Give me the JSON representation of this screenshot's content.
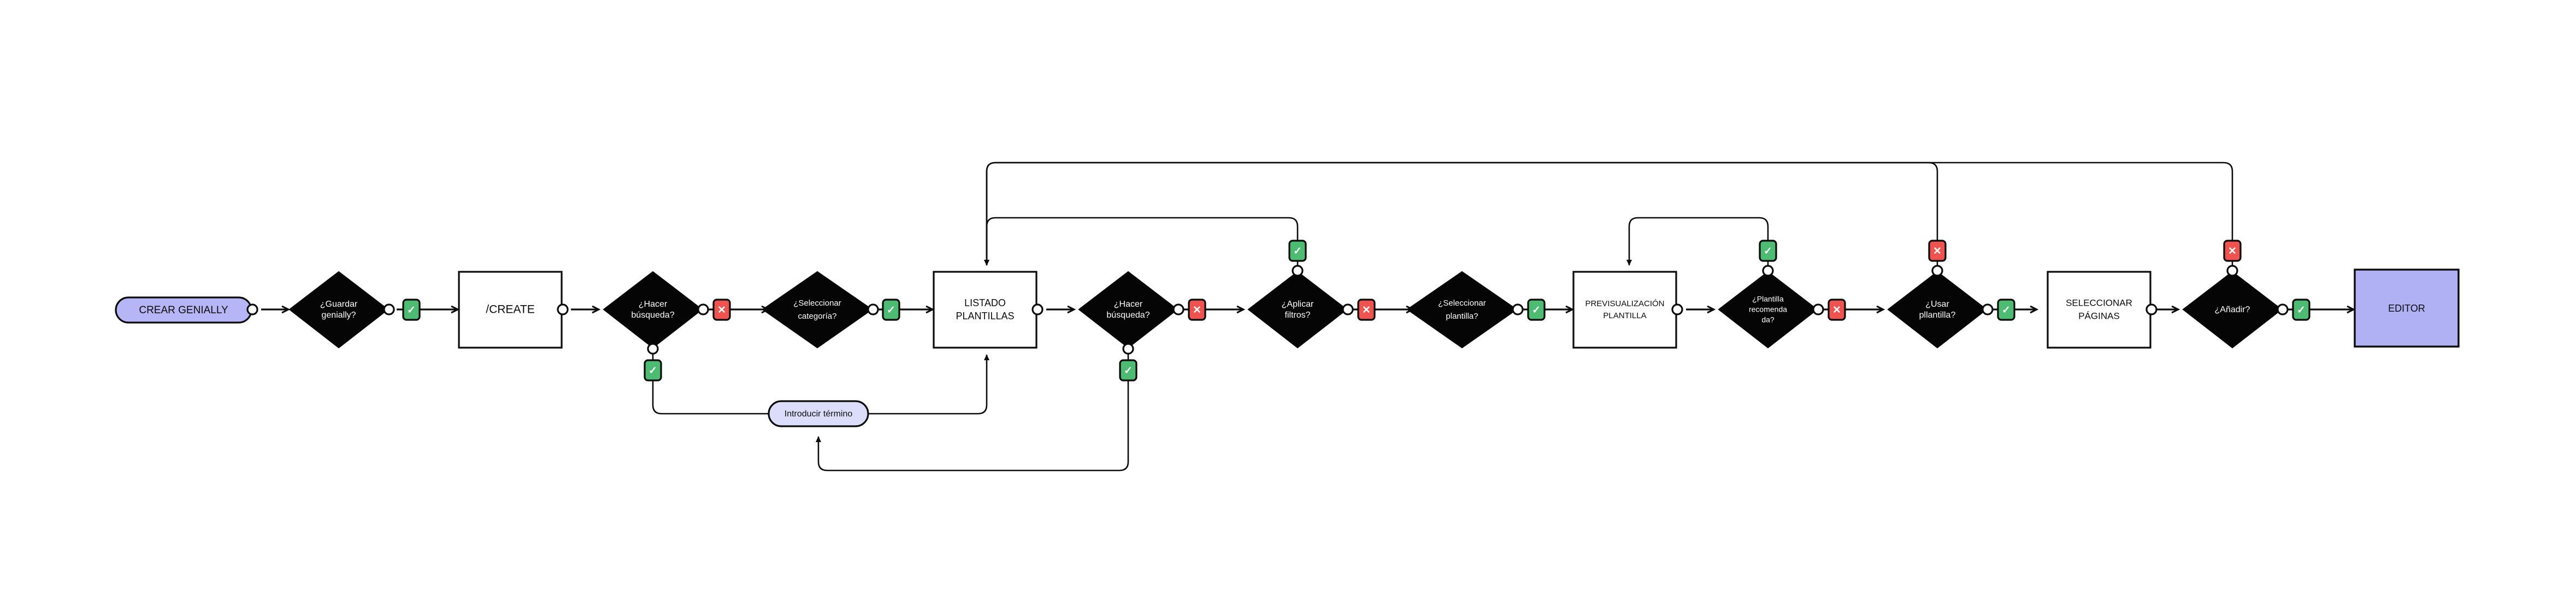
{
  "diagram": {
    "title": "Flujo de creación de un Genially",
    "background": "#ffffff",
    "colors": {
      "decision_fill": "#050505",
      "decision_text": "#ffffff",
      "process_fill": "#ffffff",
      "terminal_fill": "#b0b0f5",
      "data_fill": "#dcdcfb",
      "yes_badge": "#4ebb72",
      "no_badge": "#ef5350",
      "stroke": "#0b0b0b"
    },
    "badge_labels": {
      "yes": "✓",
      "no": "✕"
    },
    "nodes": [
      {
        "id": "n1",
        "label": "CREAR GENIALLY",
        "type": "terminal"
      },
      {
        "id": "n2",
        "label": "¿Guardar genially?",
        "type": "decision"
      },
      {
        "id": "n3",
        "label": "/CREATE",
        "type": "process"
      },
      {
        "id": "n4",
        "label": "¿Hacer búsqueda?",
        "type": "decision"
      },
      {
        "id": "n5",
        "label": "¿Seleccionar categoría?",
        "type": "decision"
      },
      {
        "id": "n6",
        "label": "LISTADO PLANTILLAS",
        "type": "process"
      },
      {
        "id": "n7",
        "label": "¿Hacer búsqueda?",
        "type": "decision"
      },
      {
        "id": "n8",
        "label": "¿Aplicar filtros?",
        "type": "decision"
      },
      {
        "id": "n9",
        "label": "¿Seleccionar plantilla?",
        "type": "decision"
      },
      {
        "id": "n10",
        "label": "PREVISUALIZACIÓN PLANTILLA",
        "type": "process"
      },
      {
        "id": "n11",
        "label": "¿Plantilla recomenda da?",
        "type": "decision"
      },
      {
        "id": "n12",
        "label": "¿Usar pllantilla?",
        "type": "decision"
      },
      {
        "id": "n13",
        "label": "SELECCIONAR PÁGINAS",
        "type": "process"
      },
      {
        "id": "n14",
        "label": "¿Añadir?",
        "type": "decision"
      },
      {
        "id": "n15",
        "label": "EDITOR",
        "type": "terminal"
      },
      {
        "id": "d1",
        "label": "Introducir término",
        "type": "data"
      }
    ],
    "node_lines": {
      "n1": [
        "CREAR GENIALLY"
      ],
      "n2": [
        "¿Guardar",
        "genially?"
      ],
      "n3": [
        "/CREATE"
      ],
      "n4": [
        "¿Hacer",
        "búsqueda?"
      ],
      "n5": [
        "¿Seleccionar",
        "categoría?"
      ],
      "n6": [
        "LISTADO",
        "PLANTILLAS"
      ],
      "n7": [
        "¿Hacer",
        "búsqueda?"
      ],
      "n8": [
        "¿Aplicar",
        "filtros?"
      ],
      "n9": [
        "¿Seleccionar",
        "plantilla?"
      ],
      "n10": [
        "PREVISUALIZACIÓN",
        "PLANTILLA"
      ],
      "n11": [
        "¿Plantilla",
        "recomenda",
        "da?"
      ],
      "n12": [
        "¿Usar",
        "pllantilla?"
      ],
      "n13": [
        "SELECCIONAR",
        "PÁGINAS"
      ],
      "n14": [
        "¿Añadir?"
      ],
      "n15": [
        "EDITOR"
      ],
      "d1": [
        "Introducir término"
      ]
    },
    "edges": [
      {
        "from": "n1",
        "to": "n2",
        "badge": null,
        "route": "straight"
      },
      {
        "from": "n2",
        "to": "n3",
        "badge": "yes",
        "route": "straight"
      },
      {
        "from": "n3",
        "to": "n4",
        "badge": null,
        "route": "straight"
      },
      {
        "from": "n4",
        "to": "n5",
        "badge": "no",
        "route": "straight"
      },
      {
        "from": "n4",
        "to": "d1",
        "badge": "yes",
        "route": "down-loop"
      },
      {
        "from": "n5",
        "to": "n6",
        "badge": "yes",
        "route": "straight"
      },
      {
        "from": "d1",
        "to": "n6",
        "badge": null,
        "route": "up-into-bottom"
      },
      {
        "from": "n6",
        "to": "n7",
        "badge": null,
        "route": "straight"
      },
      {
        "from": "n7",
        "to": "n8",
        "badge": "no",
        "route": "straight"
      },
      {
        "from": "n7",
        "to": "d1",
        "badge": "yes",
        "route": "down-loop-far"
      },
      {
        "from": "n8",
        "to": "n9",
        "badge": "no",
        "route": "straight"
      },
      {
        "from": "n8",
        "to": "n6",
        "badge": "yes",
        "route": "up-loop-inner-left"
      },
      {
        "from": "n9",
        "to": "n10",
        "badge": "yes",
        "route": "straight"
      },
      {
        "from": "n10",
        "to": "n11",
        "badge": null,
        "route": "straight"
      },
      {
        "from": "n11",
        "to": "n12",
        "badge": "no",
        "route": "straight"
      },
      {
        "from": "n11",
        "to": "n10",
        "badge": "yes",
        "route": "up-loop-inner-right"
      },
      {
        "from": "n12",
        "to": "n13",
        "badge": "yes",
        "route": "straight"
      },
      {
        "from": "n12",
        "to": "n6",
        "badge": "no",
        "route": "up-loop-outer"
      },
      {
        "from": "n13",
        "to": "n14",
        "badge": null,
        "route": "straight"
      },
      {
        "from": "n14",
        "to": "n15",
        "badge": "yes",
        "route": "straight"
      },
      {
        "from": "n14",
        "to": "n6",
        "badge": "no",
        "route": "up-loop-outer-far"
      }
    ]
  }
}
